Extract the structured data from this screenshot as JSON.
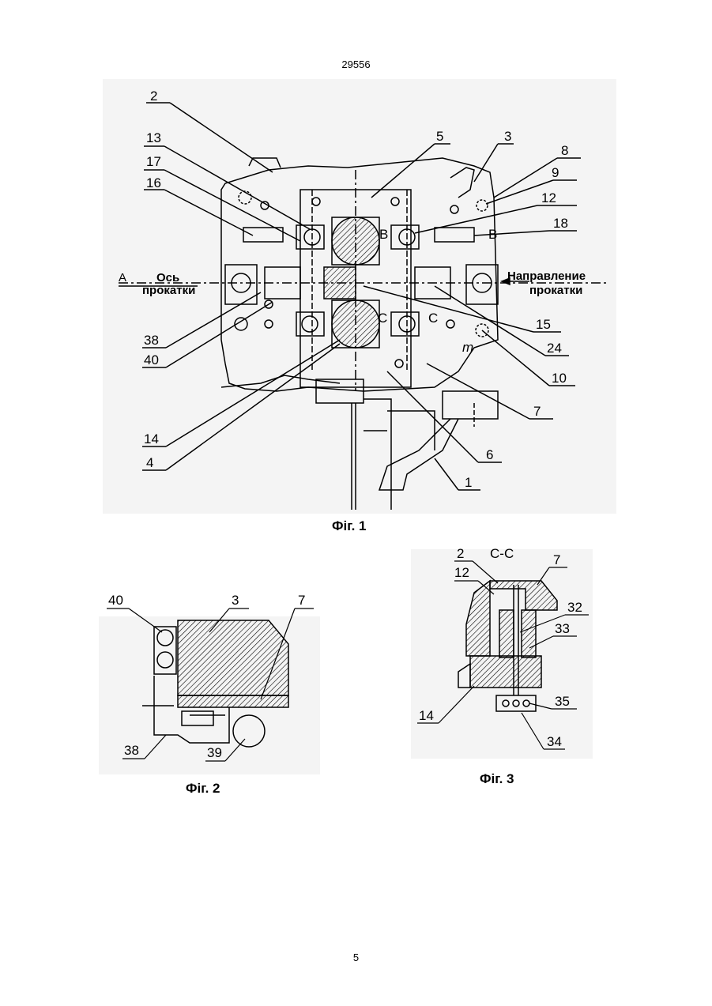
{
  "header": {
    "doc_number": "29556"
  },
  "figures": [
    {
      "caption": "Фіг. 1",
      "labels": {
        "n2": "2",
        "n13": "13",
        "n17": "17",
        "n16": "16",
        "n5": "5",
        "n3": "3",
        "n8": "8",
        "n9": "9",
        "n12": "12",
        "n18": "18",
        "n15": "15",
        "n24": "24",
        "n10": "10",
        "n7": "7",
        "n38": "38",
        "n40": "40",
        "n14": "14",
        "n4": "4",
        "n6": "6",
        "n1": "1"
      },
      "annotations": {
        "a": "A",
        "os": "Ось",
        "prokatki_left": "прокатки",
        "napravlenie": "Направление",
        "prokatki_right": "прокатки",
        "b_left": "B",
        "b_right": "B",
        "c_left": "C",
        "c_right": "C",
        "m": "m"
      }
    },
    {
      "caption": "Фіг. 2",
      "labels": {
        "n40": "40",
        "n3": "3",
        "n7": "7",
        "n38": "38",
        "n39": "39"
      }
    },
    {
      "caption": "Фіг. 3",
      "section": "С-С",
      "labels": {
        "n2": "2",
        "n12": "12",
        "n7": "7",
        "n32": "32",
        "n33": "33",
        "n35": "35",
        "n14": "14",
        "n34": "34"
      }
    }
  ],
  "footer": {
    "page_number": "5"
  }
}
